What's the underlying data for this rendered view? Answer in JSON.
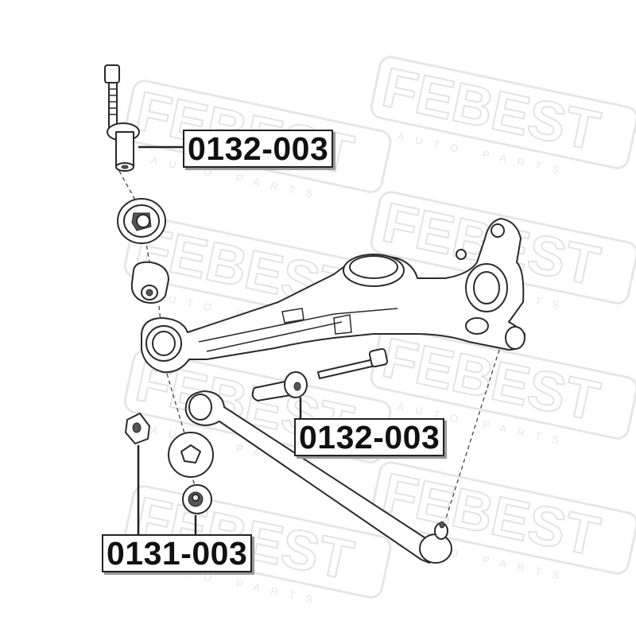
{
  "watermark": {
    "brand": "FEBEST",
    "tagline": "AUTO PARTS"
  },
  "callouts": [
    {
      "id": "upper",
      "part_number": "0132-003"
    },
    {
      "id": "middle",
      "part_number": "0132-003"
    },
    {
      "id": "lower",
      "part_number": "0131-003"
    }
  ],
  "colors": {
    "line": "#2a2a2a",
    "label_border": "#222222",
    "label_shadow": "#9a9a9a",
    "watermark": "#e3e3e3"
  }
}
